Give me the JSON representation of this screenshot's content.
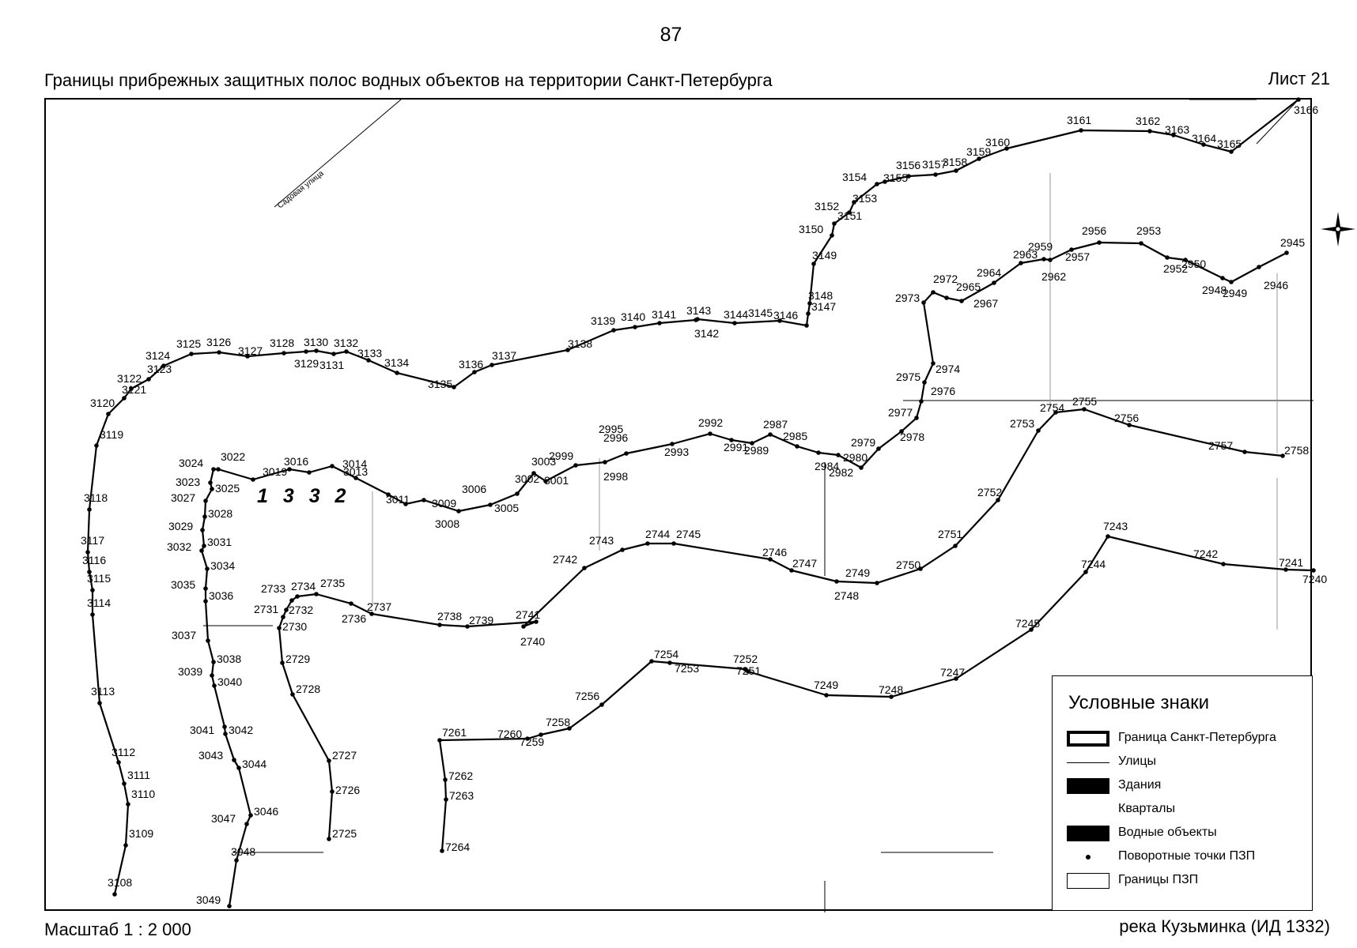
{
  "page_number": "87",
  "sheet_title": "Границы прибрежных защитных полос водных объектов на территории Санкт-Петербурга",
  "sheet_label": "Лист 21",
  "scale": "Масштаб 1 : 2 000",
  "river_name": "река Кузьминка (ИД 1332)",
  "street_name": "Садовая улица",
  "zone_id": "1 3 3 2",
  "legend": {
    "title": "Условные знаки",
    "items": [
      {
        "label": "Граница Санкт-Петербурга",
        "symbol": "city-boundary"
      },
      {
        "label": "Улицы",
        "symbol": "street-line"
      },
      {
        "label": "Здания",
        "symbol": "black-fill"
      },
      {
        "label": "Кварталы",
        "symbol": "blank"
      },
      {
        "label": "Водные объекты",
        "symbol": "black-fill"
      },
      {
        "label": "Поворотные точки ПЗП",
        "symbol": "point"
      },
      {
        "label": "Границы ПЗП",
        "symbol": "outline-box"
      }
    ]
  },
  "compass_icon": "north-arrow-icon",
  "boundary_lines": [
    {
      "name": "outer-3108-3166",
      "points": [
        [
          "3108",
          -7,
          0
        ],
        [
          "3109",
          -6,
          -1
        ],
        [
          "3110",
          -4,
          -1
        ],
        [
          "3111",
          -3,
          0
        ],
        [
          "3112",
          -5,
          -1
        ],
        [
          "3113",
          -6,
          -2
        ],
        [
          "3114",
          -6,
          -1
        ],
        [
          "3115",
          -6,
          -1
        ],
        [
          "3116",
          -6,
          -1
        ],
        [
          "3117",
          -6,
          -1
        ],
        [
          "3118",
          -4,
          -1
        ],
        [
          "3119",
          -4,
          -1
        ],
        [
          "3120",
          -8,
          -1
        ],
        [
          "3121",
          -1,
          -2
        ],
        [
          "3122",
          -12,
          -1
        ],
        [
          "3123",
          7,
          -1
        ],
        [
          "3124",
          -10,
          -1
        ],
        [
          "3125",
          -4,
          -2
        ],
        [
          "3126",
          -3,
          -2
        ],
        [
          "3127",
          -5,
          -2
        ],
        [
          "3128",
          -2,
          -2
        ],
        [
          "3129",
          -3,
          1
        ],
        [
          "3130",
          -2,
          -2
        ],
        [
          "3131",
          -3,
          1
        ],
        [
          "3132",
          -3,
          -2
        ],
        [
          "3133",
          -3,
          -2
        ],
        [
          "3134",
          -3,
          -2
        ],
        [
          "3135",
          -3,
          -2
        ],
        [
          "3136",
          -3,
          -2
        ],
        [
          "3137",
          -3,
          -2
        ],
        [
          "3138",
          -3,
          -2
        ],
        [
          "3139",
          -3,
          -2
        ],
        [
          "3140",
          -3,
          -2
        ],
        [
          "3141",
          -3,
          -2
        ],
        [
          "3142",
          -3,
          1
        ],
        [
          "3143",
          -3,
          -2
        ],
        [
          "3144",
          -3,
          -2
        ],
        [
          "3145",
          -3,
          -2
        ],
        [
          "3146",
          -3,
          -2
        ],
        [
          "3147",
          -3,
          -2
        ],
        [
          "3148",
          -3,
          -2
        ],
        [
          "3149",
          -3,
          -2
        ],
        [
          "3150",
          -3,
          -2
        ],
        [
          "3151",
          -3,
          -2
        ],
        [
          "3152",
          -3,
          -2
        ],
        [
          "3153",
          -3,
          -2
        ],
        [
          "3154",
          -3,
          -2
        ],
        [
          "3155",
          -3,
          -2
        ],
        [
          "3156",
          -3,
          -2
        ],
        [
          "3157",
          -3,
          -2
        ],
        [
          "3158",
          -3,
          -2
        ],
        [
          "3159",
          -3,
          -2
        ],
        [
          "3160",
          -3,
          -2
        ],
        [
          "3161",
          -3,
          -2
        ],
        [
          "3162",
          -3,
          -2
        ],
        [
          "3163",
          -3,
          -2
        ],
        [
          "3164",
          -3,
          -2
        ],
        [
          "3165",
          -3,
          -2
        ],
        [
          "3166",
          -3,
          -2
        ]
      ]
    },
    {
      "name": "zone-3049-2758",
      "points": [
        [
          "3049",
          0,
          0
        ],
        [
          "3048",
          0,
          0
        ],
        [
          "3047",
          0,
          0
        ],
        [
          "3046",
          0,
          0
        ],
        [
          "3044",
          0,
          0
        ],
        [
          "3043",
          0,
          0
        ],
        [
          "3042",
          0,
          0
        ],
        [
          "3041",
          0,
          0
        ],
        [
          "3040",
          0,
          0
        ],
        [
          "3039",
          0,
          0
        ],
        [
          "3038",
          0,
          0
        ],
        [
          "3037",
          0,
          0
        ],
        [
          "3036",
          0,
          0
        ],
        [
          "3035",
          0,
          0
        ],
        [
          "3034",
          0,
          0
        ],
        [
          "3032",
          0,
          0
        ],
        [
          "3031",
          0,
          0
        ],
        [
          "3029",
          0,
          0
        ],
        [
          "3028",
          0,
          0
        ],
        [
          "3027",
          0,
          0
        ],
        [
          "3025",
          0,
          0
        ],
        [
          "3023",
          0,
          0
        ],
        [
          "3024",
          0,
          0
        ],
        [
          "3022",
          0,
          0
        ],
        [
          "3019",
          0,
          0
        ],
        [
          "3016",
          0,
          0
        ],
        [
          "3014",
          0,
          0
        ],
        [
          "3013",
          0,
          0
        ],
        [
          "3011",
          0,
          0
        ],
        [
          "3009",
          0,
          0
        ],
        [
          "3008",
          0,
          0
        ],
        [
          "3006",
          0,
          0
        ],
        [
          "3005",
          0,
          0
        ],
        [
          "3002",
          0,
          0
        ],
        [
          "3003",
          0,
          0
        ],
        [
          "3001",
          0,
          0
        ],
        [
          "2999",
          0,
          0
        ],
        [
          "2998",
          0,
          0
        ],
        [
          "2996",
          0,
          0
        ],
        [
          "2995",
          0,
          0
        ],
        [
          "2993",
          0,
          0
        ],
        [
          "2992",
          0,
          0
        ],
        [
          "2991",
          0,
          0
        ],
        [
          "2989",
          0,
          0
        ],
        [
          "2987",
          0,
          0
        ],
        [
          "2985",
          0,
          0
        ],
        [
          "2984",
          0,
          0
        ],
        [
          "2982",
          0,
          0
        ],
        [
          "2980",
          0,
          0
        ],
        [
          "2979",
          0,
          0
        ],
        [
          "2978",
          0,
          0
        ],
        [
          "2977",
          0,
          0
        ],
        [
          "2976",
          0,
          0
        ],
        [
          "2975",
          0,
          0
        ],
        [
          "2974",
          0,
          0
        ],
        [
          "2973",
          0,
          0
        ],
        [
          "2972",
          0,
          0
        ],
        [
          "2967",
          0,
          0
        ],
        [
          "2965",
          0,
          0
        ],
        [
          "2964",
          0,
          0
        ],
        [
          "2963",
          0,
          0
        ],
        [
          "2962",
          0,
          0
        ],
        [
          "2959",
          0,
          0
        ],
        [
          "2957",
          0,
          0
        ],
        [
          "2956",
          0,
          0
        ],
        [
          "2953",
          0,
          0
        ],
        [
          "2952",
          0,
          0
        ],
        [
          "2950",
          0,
          0
        ],
        [
          "2948",
          0,
          0
        ],
        [
          "2949",
          0,
          0
        ],
        [
          "2946",
          0,
          0
        ],
        [
          "2945",
          0,
          0
        ]
      ]
    },
    {
      "name": "zone-2725-2758",
      "points": [
        [
          "2725",
          0,
          0
        ],
        [
          "2726",
          0,
          0
        ],
        [
          "2727",
          0,
          0
        ],
        [
          "2728",
          0,
          0
        ],
        [
          "2729",
          0,
          0
        ],
        [
          "2730",
          0,
          0
        ],
        [
          "2731",
          0,
          0
        ],
        [
          "2732",
          0,
          0
        ],
        [
          "2733",
          0,
          0
        ],
        [
          "2734",
          0,
          0
        ],
        [
          "2735",
          0,
          0
        ],
        [
          "2736",
          0,
          0
        ],
        [
          "2737",
          0,
          0
        ],
        [
          "2738",
          0,
          0
        ],
        [
          "2739",
          0,
          0
        ],
        [
          "2741",
          0,
          0
        ],
        [
          "2740",
          0,
          0
        ],
        [
          "2742",
          0,
          0
        ],
        [
          "2743",
          0,
          0
        ],
        [
          "2744",
          0,
          0
        ],
        [
          "2745",
          0,
          0
        ],
        [
          "2746",
          0,
          0
        ],
        [
          "2747",
          0,
          0
        ],
        [
          "2748",
          0,
          0
        ],
        [
          "2749",
          0,
          0
        ],
        [
          "2750",
          0,
          0
        ],
        [
          "2751",
          0,
          0
        ],
        [
          "2752",
          0,
          0
        ],
        [
          "2753",
          0,
          0
        ],
        [
          "2754",
          0,
          0
        ],
        [
          "2755",
          0,
          0
        ],
        [
          "2756",
          0,
          0
        ],
        [
          "2757",
          0,
          0
        ],
        [
          "2758",
          0,
          0
        ]
      ]
    },
    {
      "name": "zone-7264-7240",
      "points": [
        [
          "7264",
          0,
          0
        ],
        [
          "7263",
          0,
          0
        ],
        [
          "7262",
          0,
          0
        ],
        [
          "7261",
          0,
          0
        ],
        [
          "7260",
          0,
          0
        ],
        [
          "7259",
          0,
          0
        ],
        [
          "7258",
          0,
          0
        ],
        [
          "7256",
          0,
          0
        ],
        [
          "7254",
          0,
          0
        ],
        [
          "7253",
          0,
          0
        ],
        [
          "7252",
          0,
          0
        ],
        [
          "7251",
          0,
          0
        ],
        [
          "7249",
          0,
          0
        ],
        [
          "7248",
          0,
          0
        ],
        [
          "7247",
          0,
          0
        ],
        [
          "7245",
          0,
          0
        ],
        [
          "7244",
          0,
          0
        ],
        [
          "7243",
          0,
          0
        ],
        [
          "7242",
          0,
          0
        ],
        [
          "7241",
          0,
          0
        ],
        [
          "7240",
          0,
          0
        ]
      ]
    }
  ]
}
